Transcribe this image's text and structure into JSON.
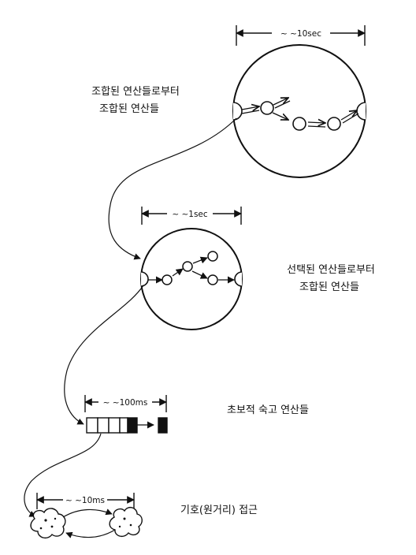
{
  "scales": {
    "s10sec": "~ ~10sec",
    "s1sec": "~ ~1sec",
    "s100ms": "~ ~100ms",
    "s10ms": "~ ~10ms"
  },
  "labels": {
    "top_line1": "조합된 연산들로부터",
    "top_line2": "조합된 연산들",
    "mid_line1": "선택된 연산들로부터",
    "mid_line2": "조합된 연산들",
    "buffer": "초보적 숙고 연산들",
    "bottom": "기호(원거리) 접근"
  }
}
